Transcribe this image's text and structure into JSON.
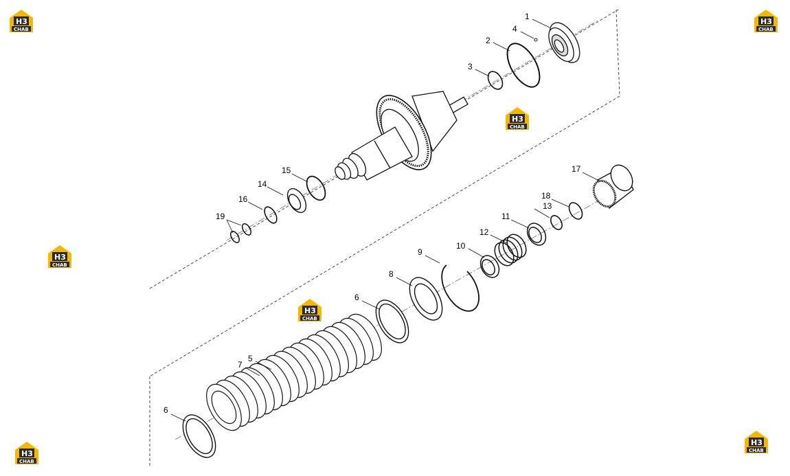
{
  "watermark": {
    "top": "H3",
    "bottom": "CHAB",
    "accent_color": "#f2b707"
  },
  "callouts": [
    "1",
    "2",
    "3",
    "4",
    "5",
    "6",
    "6",
    "7",
    "8",
    "9",
    "10",
    "11",
    "12",
    "13",
    "14",
    "15",
    "16",
    "17",
    "18",
    "19"
  ]
}
